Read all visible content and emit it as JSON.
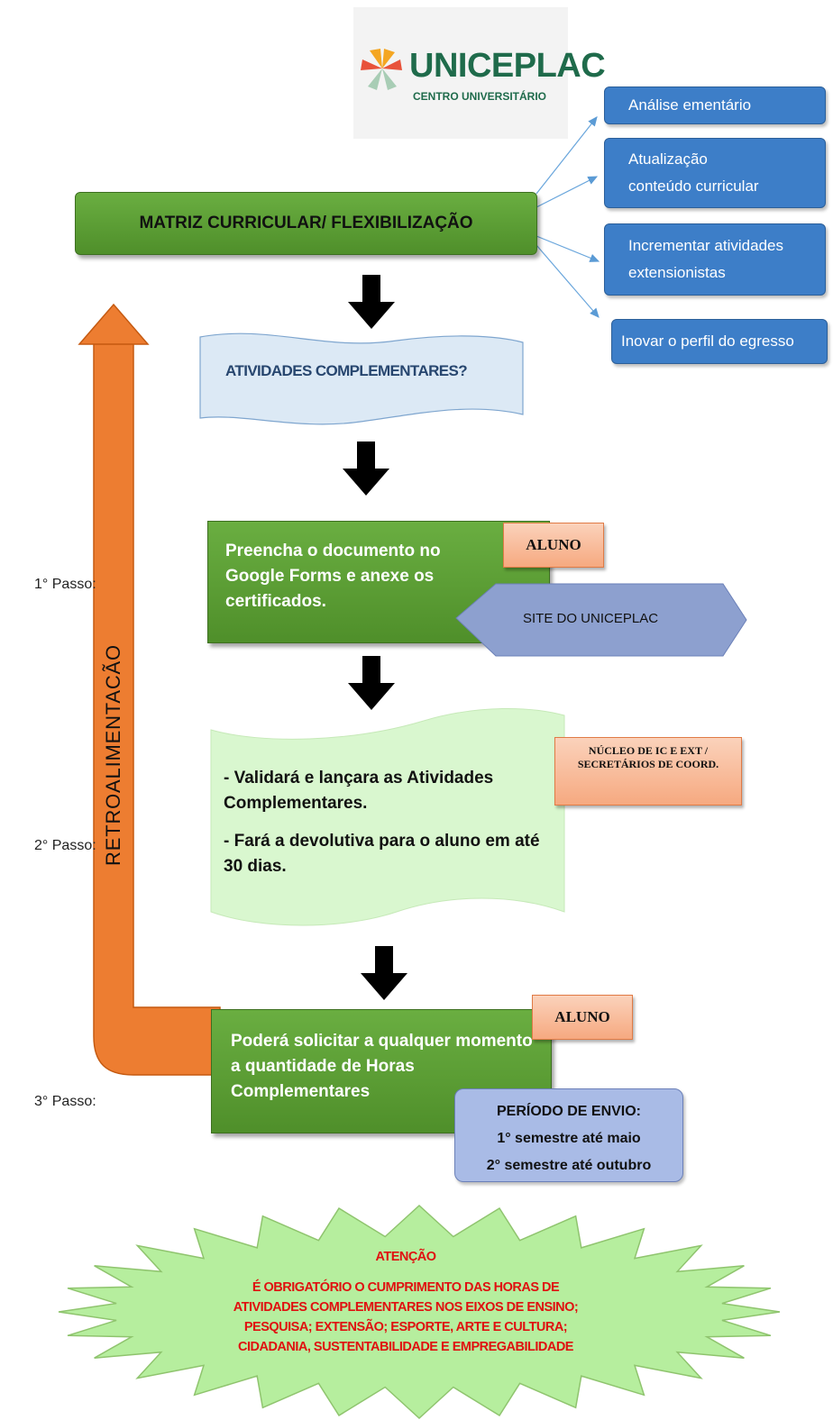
{
  "logo": {
    "title": "UNICEPLAC",
    "subtitle": "CENTRO UNIVERSITÁRIO"
  },
  "matrix": {
    "label": "MATRIZ CURRICULAR/ FLEXIBILIZAÇÃO",
    "branches": [
      "Análise ementário",
      "Atualização conteúdo curricular",
      "Incrementar atividades extensionistas",
      "Inovar o perfil do egresso"
    ]
  },
  "complementary": {
    "label": "ATIVIDADES COMPLEMENTARES?"
  },
  "feedback_arrow": {
    "label": "RETROALIMENTACÃO"
  },
  "steps": [
    {
      "label": "1° Passo:",
      "text": "Preencha o documento no Google Forms e anexe os certificados.",
      "role": "ALUNO",
      "site": "SITE DO UNICEPLAC"
    },
    {
      "label": "2° Passo:",
      "line1": "- Validará e lançara as Atividades Complementares.",
      "line2": "- Fará a devolutiva para o aluno em até 30 dias.",
      "role": "NÚCLEO DE IC E EXT / SECRETÁRIOS DE COORD."
    },
    {
      "label": "3° Passo:",
      "text": "Poderá solicitar a qualquer momento a quantidade de Horas Complementares",
      "role": "ALUNO",
      "period": {
        "title": "PERÍODO DE ENVIO:",
        "first": "1° semestre até maio",
        "second": "2° semestre até outubro"
      }
    }
  ],
  "attention": {
    "title": "ATENÇÃO",
    "lines": [
      "É OBRIGATÓRIO O CUMPRIMENTO DAS HORAS DE",
      "ATIVIDADES COMPLEMENTARES NOS EIXOS DE ENSINO;",
      "PESQUISA; EXTENSÃO; ESPORTE, ARTE E CULTURA;",
      "CIDADANIA, SUSTENTABILIDADE E EMPREGABILIDADE"
    ]
  },
  "colors": {
    "green": "#5a9e32",
    "blue": "#3d7ec8",
    "orange": "#ed7d31",
    "peach": "#f8b894",
    "light_blue": "#dce9f5",
    "light_green": "#d9f7cf",
    "burst_green": "#b6ee9e",
    "attention_red": "#e01010"
  }
}
